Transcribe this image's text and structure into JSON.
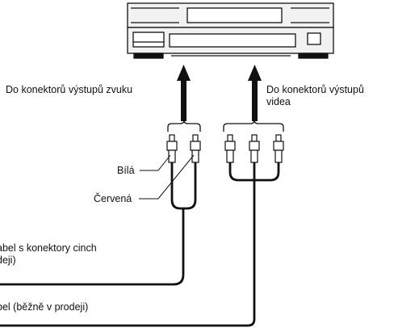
{
  "labels": {
    "audio_output": "Do konektorů výstupů zvuku",
    "video_output_line1": "Do konektorů výstupů",
    "video_output_line2": "videa",
    "white": "Bílá",
    "red": "Červená",
    "audio_cable_line1": "abel s konektory cinch",
    "audio_cable_line2": "deji)",
    "video_cable": "bel (běžně v prodeji)"
  },
  "colors": {
    "line": "#111111",
    "device_fill": "#f2f2f2",
    "device_panel": "#e2e2e2"
  }
}
